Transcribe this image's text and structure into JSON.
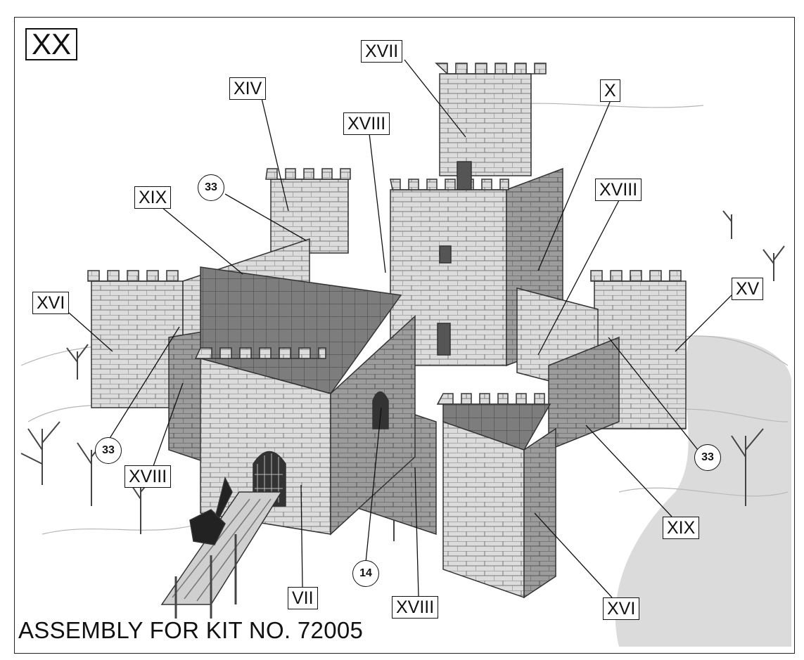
{
  "plate": "XX",
  "caption": "ASSEMBLY FOR KIT NO. 72005",
  "labels": {
    "xvii": "XVII",
    "xiv": "XIV",
    "xviii_top": "XVIII",
    "x": "X",
    "xviii_right": "XVIII",
    "xix_left": "XIX",
    "xvi_left": "XVI",
    "xv": "XV",
    "xviii_left": "XVIII",
    "xix_right": "XIX",
    "vii": "VII",
    "xviii_bottom": "XVIII",
    "xvi_right": "XVI"
  },
  "callouts": {
    "c33_top": "33",
    "c33_left": "33",
    "c33_right": "33",
    "c14": "14"
  },
  "colors": {
    "ink": "#111111",
    "stone": "#d9d9d9",
    "snow": "#f4f4f4"
  }
}
